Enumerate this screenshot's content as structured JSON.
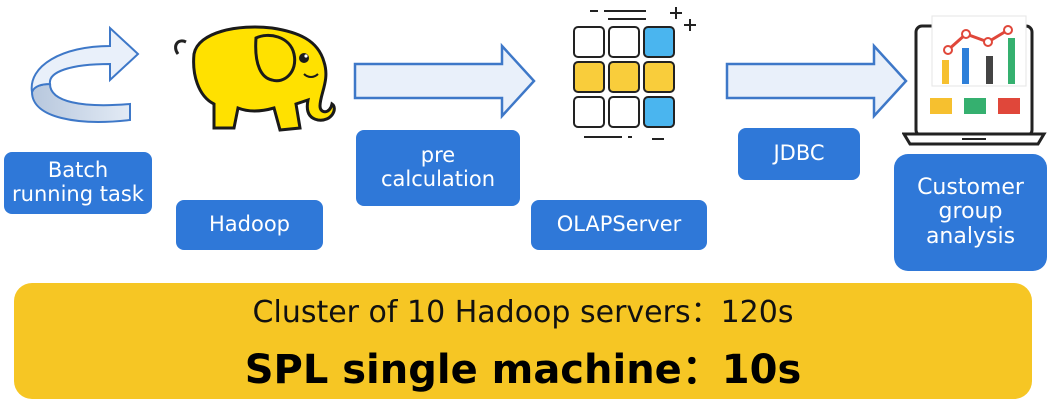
{
  "steps": {
    "batch": "Batch running task",
    "hadoop": "Hadoop",
    "precalc": "pre calculation",
    "olap": "OLAPServer",
    "jdbc": "JDBC",
    "customer": "Customer group analysis"
  },
  "banner": {
    "line1": "Cluster of 10 Hadoop servers：120s",
    "line2": "SPL single machine：10s"
  },
  "colors": {
    "label_bg": "#2f78d8",
    "banner_bg": "#f6c624",
    "arrow_fill": "#e9f0fa",
    "arrow_stroke": "#3e78c8",
    "elephant": "#ffe100",
    "grid_blue": "#4ab5ef",
    "grid_yellow": "#f9cd3b"
  },
  "icons": [
    "loop-arrow-icon",
    "hadoop-elephant-icon",
    "olap-cube-grid-icon",
    "dashboard-monitor-icon"
  ]
}
